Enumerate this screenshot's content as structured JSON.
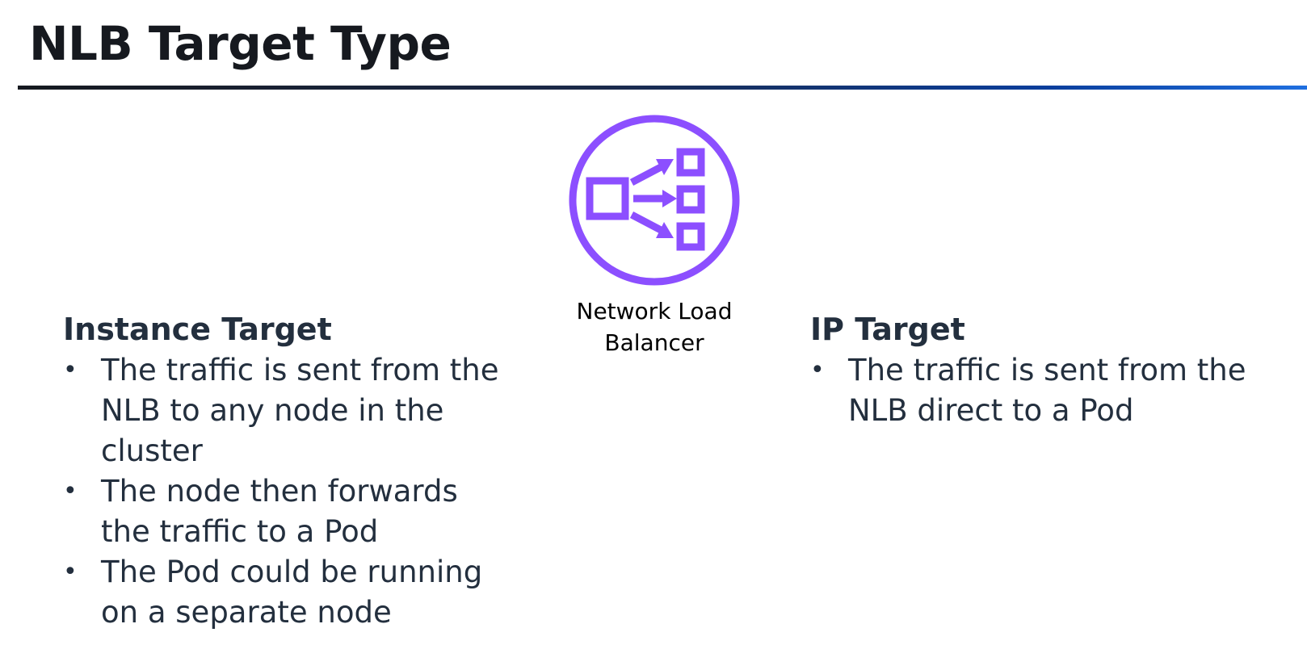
{
  "slide": {
    "title": "NLB Target Type"
  },
  "center_icon": {
    "icon": "network-load-balancer-icon",
    "caption_line1": "Network Load",
    "caption_line2": "Balancer",
    "color": "#8c4fff"
  },
  "left_column": {
    "heading": "Instance Target",
    "bullets": [
      {
        "line1": "The traffic is sent from the",
        "line2": "NLB to any node in the",
        "line3": "cluster"
      },
      {
        "line1": "The node then forwards",
        "line2": "the traffic to a Pod"
      },
      {
        "line1": "The Pod could be running",
        "line2": "on a separate node"
      }
    ]
  },
  "right_column": {
    "heading": "IP Target",
    "bullets": [
      {
        "line1": "The traffic is sent from the",
        "line2": "NLB direct to a Pod"
      }
    ]
  },
  "colors": {
    "title_text": "#16191f",
    "body_text": "#232f3e",
    "icon_accent": "#8c4fff"
  }
}
